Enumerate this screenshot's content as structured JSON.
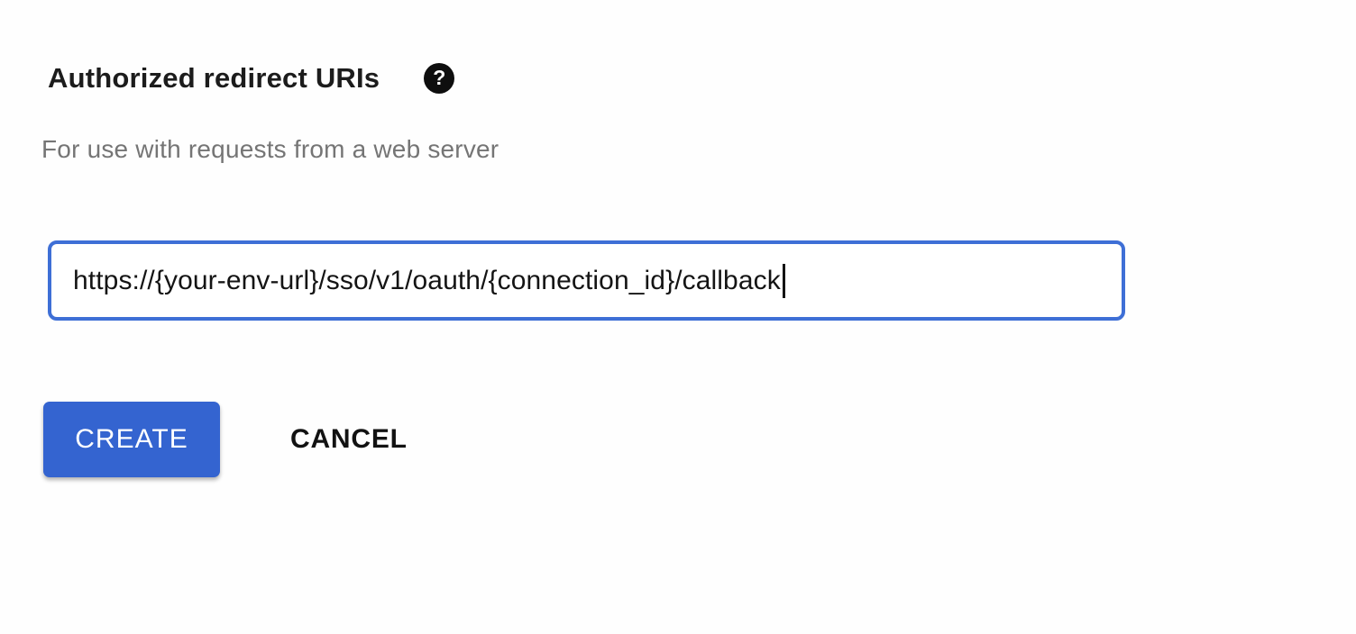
{
  "section": {
    "title": "Authorized redirect URIs",
    "help_icon_glyph": "?",
    "subtitle": "For use with requests from a web server"
  },
  "form": {
    "redirect_uri": {
      "value": "https://{your-env-url}/sso/v1/oauth/{connection_id}/callback"
    }
  },
  "actions": {
    "create_label": "CREATE",
    "cancel_label": "CANCEL"
  },
  "colors": {
    "primary_button_blue": "#3464d0",
    "input_focus_border_blue": "#3e6fd6",
    "title_text": "#1c1c1c",
    "subtitle_gray": "#757575",
    "background": "#fefefe"
  }
}
